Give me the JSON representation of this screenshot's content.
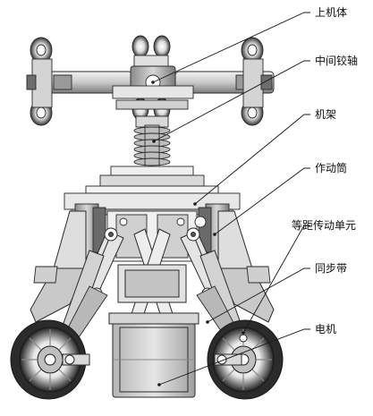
{
  "labels": {
    "upper_body": "上机体",
    "middle_hinge": "中间铰轴",
    "frame": "机架",
    "actuator_cylinder": "作动筒",
    "equidistant_unit": "等距传动单元",
    "sync_belt": "同步带",
    "motor": "电机"
  },
  "colors": {
    "line": "#2a2a2a",
    "mid": "#6b6b6b",
    "light": "#bdbdbd",
    "shade": "#8a8a8a",
    "dark": "#1a1a1a"
  }
}
